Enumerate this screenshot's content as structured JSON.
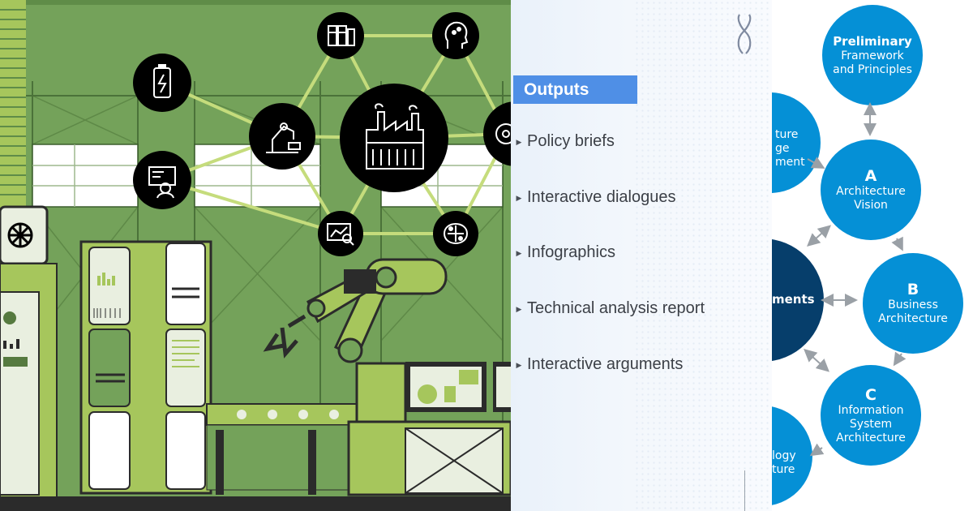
{
  "slide": {
    "header": "Outputs",
    "bullets": [
      "Policy briefs",
      "Interactive dialogues",
      "Infographics",
      "Technical analysis report",
      "Interactive arguments"
    ]
  },
  "adm_cycle": {
    "preliminary": {
      "title": "Preliminary",
      "line1": "Framework",
      "line2": "and Principles"
    },
    "a": {
      "letter": "A",
      "line1": "Architecture",
      "line2": "Vision"
    },
    "b": {
      "letter": "B",
      "line1": "Business",
      "line2": "Architecture"
    },
    "c": {
      "letter": "C",
      "line1": "Information",
      "line2": "System",
      "line3": "Architecture"
    },
    "left_partial_top": {
      "line1": "ture",
      "line2": "ge",
      "line3": "ment"
    },
    "left_center_dark": {
      "text": "ments"
    },
    "left_partial_bottom": {
      "line1": "logy",
      "line2": "ture"
    }
  },
  "colors": {
    "factory_green": "#74a25a",
    "light_green": "#a6c65c",
    "header_blue": "#4f8fe6",
    "adm_blue": "#0590d6",
    "adm_dark": "#063e6b"
  },
  "icons": {
    "network_nodes": [
      "battery-icon",
      "server-icon",
      "ai-head-icon",
      "factory-icon",
      "robot-arm-icon",
      "engineer-screen-icon",
      "analytics-screen-icon",
      "brain-circuit-icon",
      "gear-brain-icon"
    ]
  }
}
